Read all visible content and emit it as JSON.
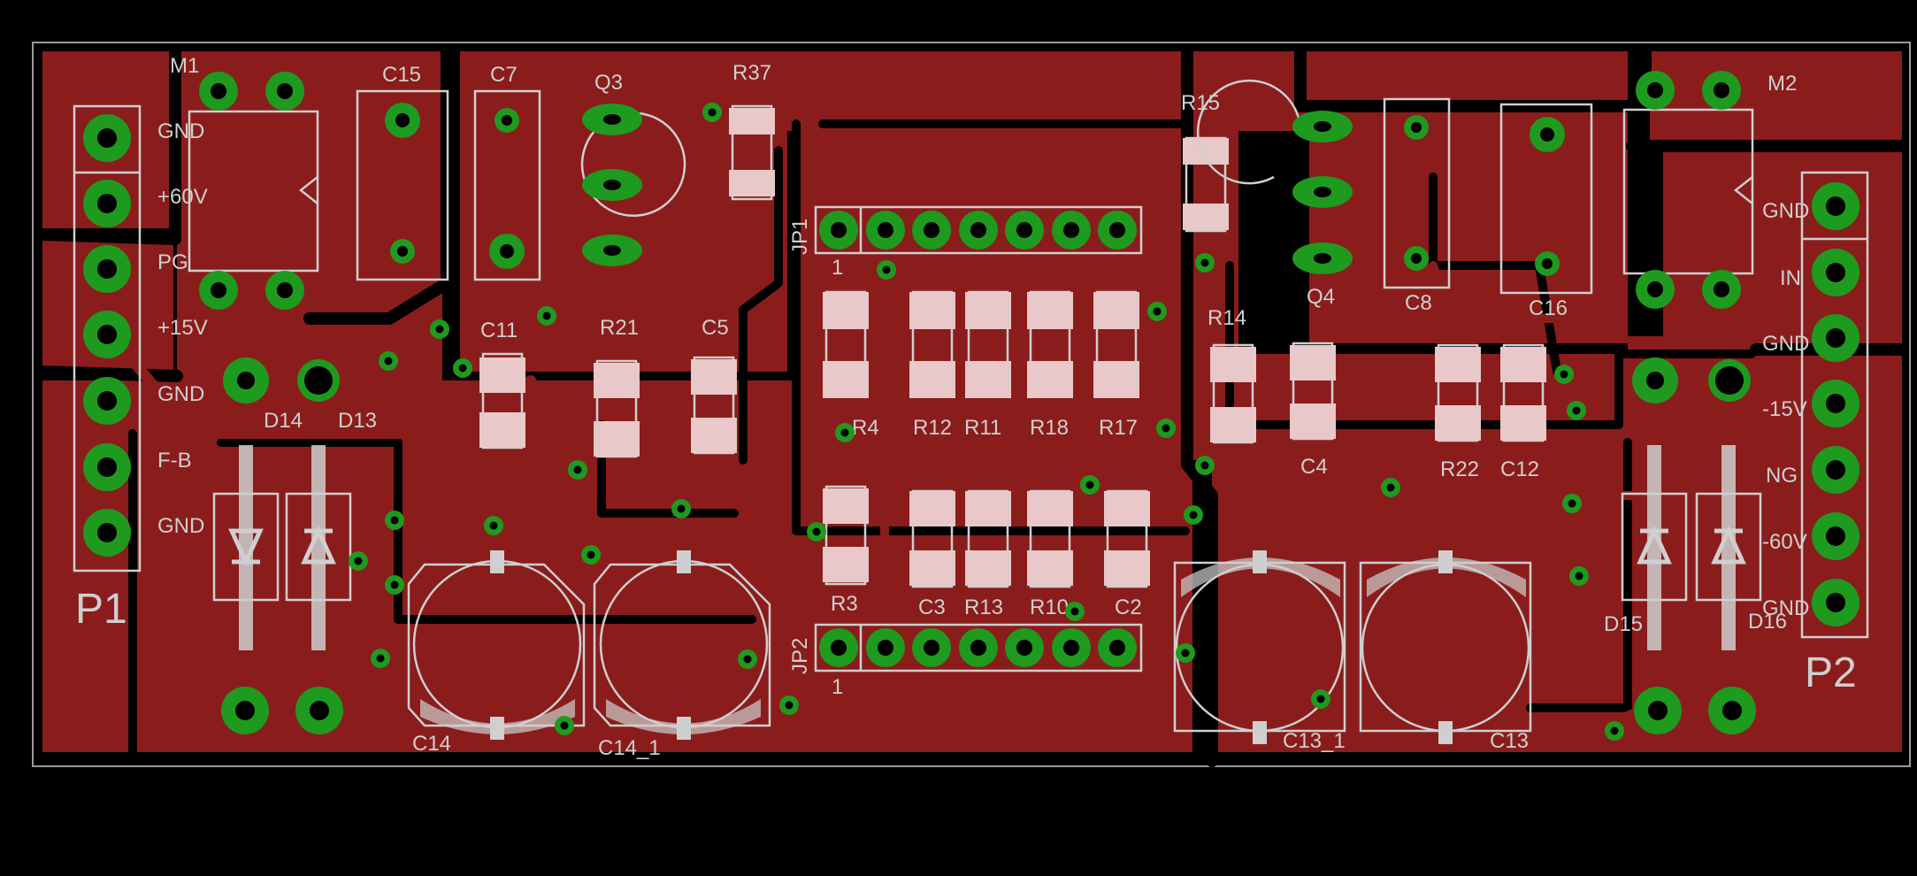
{
  "board": {
    "colors": {
      "background": "#000000",
      "copper": "#8b1c1c",
      "pad": "#1e9a1e",
      "silkscreen": "#cfcfcf",
      "smd_pad": "#e8c8c8"
    }
  },
  "labels": {
    "M1": "M1",
    "M2": "M2",
    "C15": "C15",
    "C7": "C7",
    "Q3": "Q3",
    "R37": "R37",
    "R15": "R15",
    "C8": "C8",
    "C16": "C16",
    "Q4": "Q4",
    "JP1": "JP1",
    "JP1_pin1": "1",
    "C11": "C11",
    "R21": "R21",
    "C5": "C5",
    "R4": "R4",
    "R12": "R12",
    "R11": "R11",
    "R18": "R18",
    "R17": "R17",
    "R14": "R14",
    "C4": "C4",
    "R22": "R22",
    "C12": "C12",
    "D14": "D14",
    "D13": "D13",
    "D15": "D15",
    "D16": "D16",
    "R3": "R3",
    "C3": "C3",
    "R13": "R13",
    "R10": "R10",
    "C2": "C2",
    "JP2": "JP2",
    "JP2_pin1": "1",
    "C14": "C14",
    "C14_1": "C14_1",
    "C13_1": "C13_1",
    "C13": "C13",
    "P1": "P1",
    "P2": "P2"
  },
  "p1_pins": [
    "GND",
    "+60V",
    "PG",
    "+15V",
    "GND",
    "F-B",
    "GND"
  ],
  "p2_pins": [
    "GND",
    "IN",
    "GND",
    "-15V",
    "NG",
    "-60V",
    "GND"
  ]
}
